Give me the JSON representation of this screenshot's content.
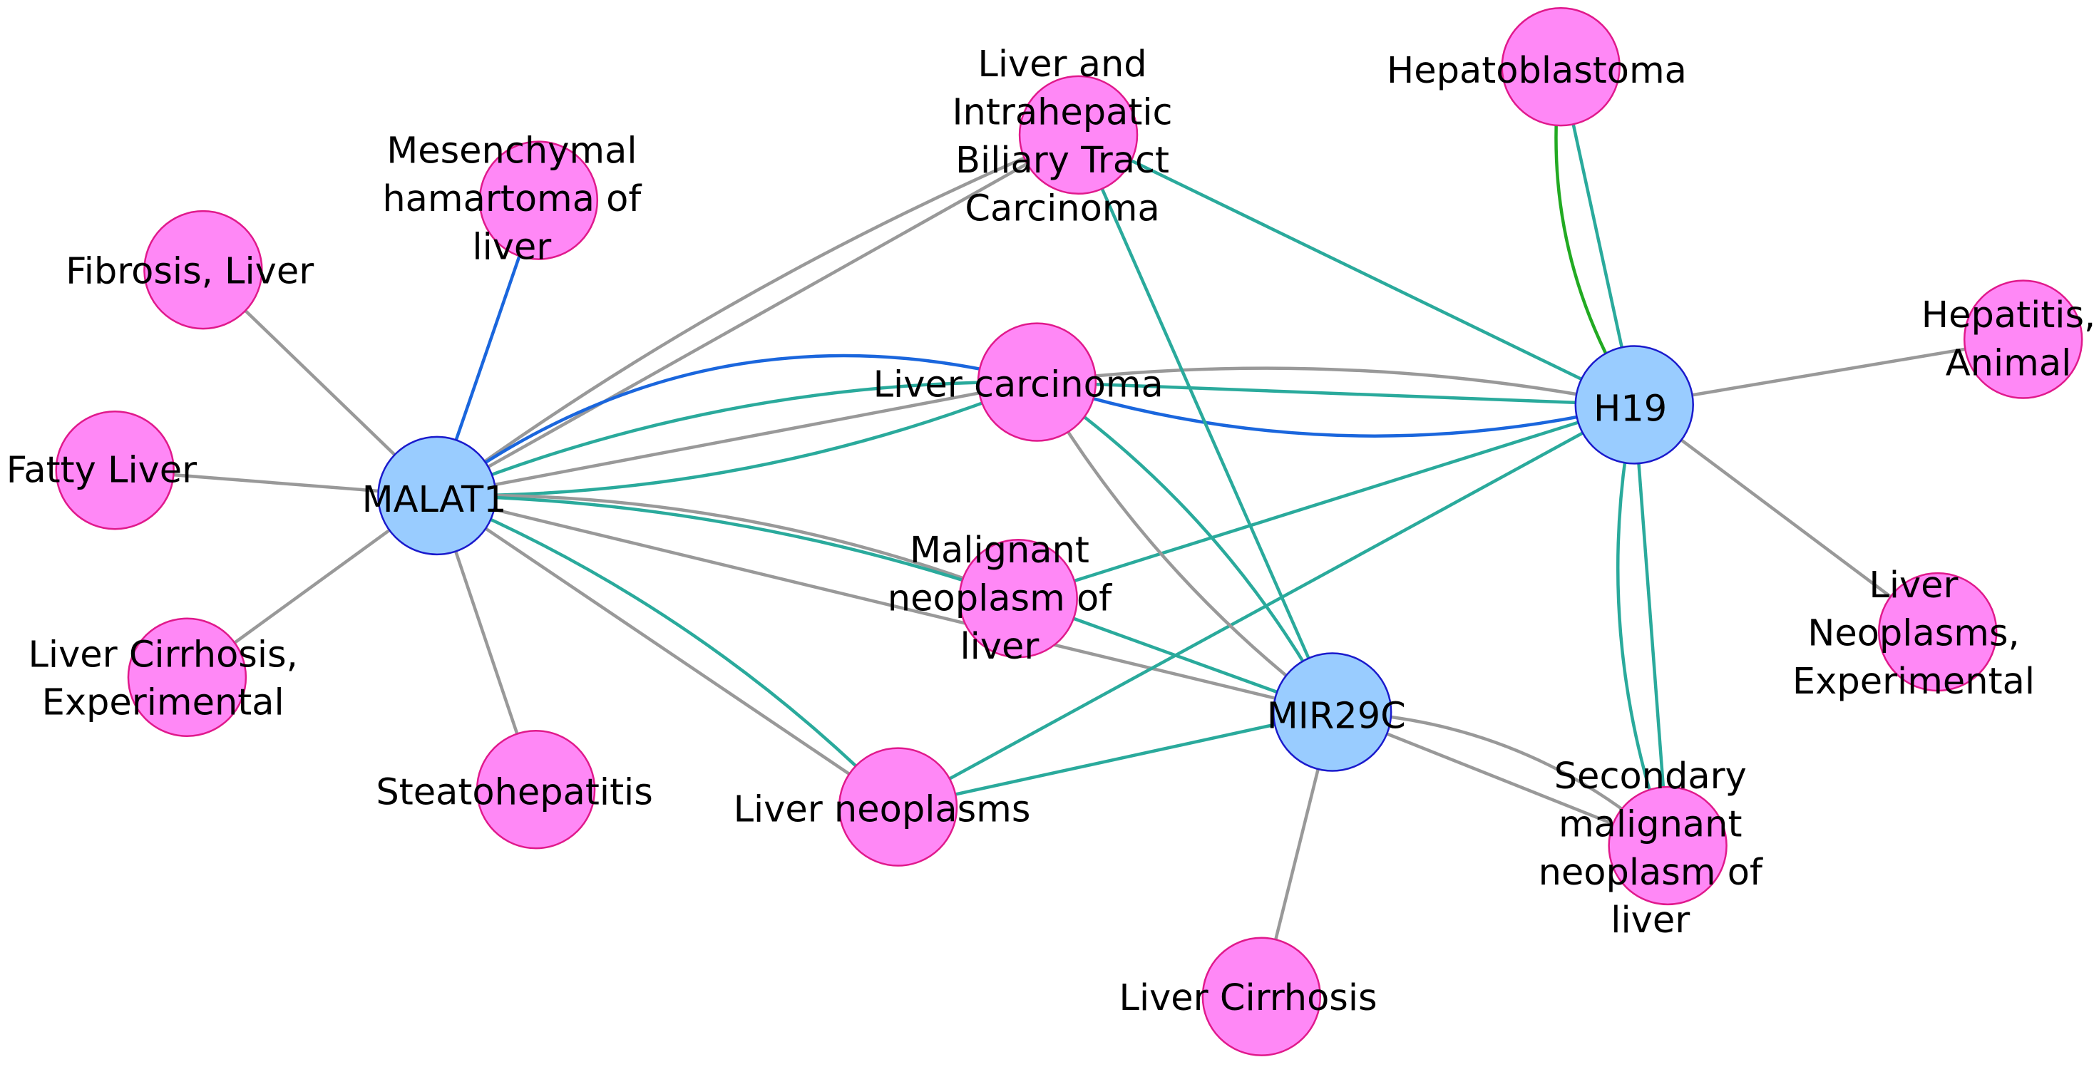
{
  "colors": {
    "disease_fill": "#ff88f6",
    "gene_fill": "#99ccff",
    "edge_gray": "#999999",
    "edge_teal": "#2aaa9c",
    "edge_blue": "#1a66dd",
    "edge_green": "#22aa22"
  },
  "nodes": {
    "malat1": {
      "type": "gene",
      "label": [
        "MALAT1"
      ]
    },
    "h19": {
      "type": "gene",
      "label": [
        "H19"
      ]
    },
    "mir29c": {
      "type": "gene",
      "label": [
        "MIR29C"
      ]
    },
    "hepatoblastoma": {
      "type": "disease",
      "label": [
        "Hepatoblastoma"
      ]
    },
    "liver_intrahepatic": {
      "type": "disease",
      "label": [
        "Liver and",
        "Intrahepatic",
        "Biliary Tract",
        "Carcinoma"
      ]
    },
    "mesenchymal": {
      "type": "disease",
      "label": [
        "Mesenchymal",
        "hamartoma of",
        "liver"
      ]
    },
    "fibrosis": {
      "type": "disease",
      "label": [
        "Fibrosis, Liver"
      ]
    },
    "fatty": {
      "type": "disease",
      "label": [
        "Fatty Liver"
      ]
    },
    "cirrhosis_exp": {
      "type": "disease",
      "label": [
        "Liver Cirrhosis,",
        "Experimental"
      ]
    },
    "steatohepatitis": {
      "type": "disease",
      "label": [
        "Steatohepatitis"
      ]
    },
    "liver_neoplasms": {
      "type": "disease",
      "label": [
        "Liver neoplasms"
      ]
    },
    "malignant": {
      "type": "disease",
      "label": [
        "Malignant",
        "neoplasm of",
        "liver"
      ]
    },
    "liver_carcinoma": {
      "type": "disease",
      "label": [
        "Liver carcinoma"
      ]
    },
    "hepatitis_animal": {
      "type": "disease",
      "label": [
        "Hepatitis,",
        "Animal"
      ]
    },
    "neoplasms_exp": {
      "type": "disease",
      "label": [
        "Liver",
        "Neoplasms,",
        "Experimental"
      ]
    },
    "secondary": {
      "type": "disease",
      "label": [
        "Secondary",
        "malignant",
        "neoplasm of",
        "liver"
      ]
    },
    "cirrhosis": {
      "type": "disease",
      "label": [
        "Liver Cirrhosis"
      ]
    }
  },
  "edges": [
    {
      "source": "malat1",
      "target": "mesenchymal",
      "color": "blue"
    },
    {
      "source": "malat1",
      "target": "fibrosis",
      "color": "gray"
    },
    {
      "source": "malat1",
      "target": "fatty",
      "color": "gray"
    },
    {
      "source": "malat1",
      "target": "cirrhosis_exp",
      "color": "gray"
    },
    {
      "source": "malat1",
      "target": "steatohepatitis",
      "color": "gray"
    },
    {
      "source": "malat1",
      "target": "liver_intrahepatic",
      "color": "gray"
    },
    {
      "source": "malat1",
      "target": "liver_intrahepatic",
      "color": "gray"
    },
    {
      "source": "malat1",
      "target": "liver_carcinoma",
      "color": "gray"
    },
    {
      "source": "malat1",
      "target": "liver_carcinoma",
      "color": "teal"
    },
    {
      "source": "malat1",
      "target": "liver_carcinoma",
      "color": "teal"
    },
    {
      "source": "malat1",
      "target": "liver_carcinoma",
      "color": "blue"
    },
    {
      "source": "malat1",
      "target": "malignant",
      "color": "gray"
    },
    {
      "source": "malat1",
      "target": "malignant",
      "color": "teal"
    },
    {
      "source": "malat1",
      "target": "liver_neoplasms",
      "color": "gray"
    },
    {
      "source": "malat1",
      "target": "liver_neoplasms",
      "color": "teal"
    },
    {
      "source": "malat1",
      "target": "mir29c",
      "color": "gray"
    },
    {
      "source": "h19",
      "target": "hepatoblastoma",
      "color": "teal"
    },
    {
      "source": "h19",
      "target": "hepatoblastoma",
      "color": "green"
    },
    {
      "source": "h19",
      "target": "liver_intrahepatic",
      "color": "teal"
    },
    {
      "source": "h19",
      "target": "liver_carcinoma",
      "color": "teal"
    },
    {
      "source": "h19",
      "target": "liver_carcinoma",
      "color": "blue"
    },
    {
      "source": "h19",
      "target": "liver_carcinoma",
      "color": "gray"
    },
    {
      "source": "h19",
      "target": "hepatitis_animal",
      "color": "gray"
    },
    {
      "source": "h19",
      "target": "neoplasms_exp",
      "color": "gray"
    },
    {
      "source": "h19",
      "target": "secondary",
      "color": "teal"
    },
    {
      "source": "h19",
      "target": "secondary",
      "color": "teal"
    },
    {
      "source": "h19",
      "target": "malignant",
      "color": "teal"
    },
    {
      "source": "h19",
      "target": "liver_neoplasms",
      "color": "teal"
    },
    {
      "source": "mir29c",
      "target": "liver_intrahepatic",
      "color": "teal"
    },
    {
      "source": "mir29c",
      "target": "liver_carcinoma",
      "color": "teal"
    },
    {
      "source": "mir29c",
      "target": "liver_carcinoma",
      "color": "gray"
    },
    {
      "source": "mir29c",
      "target": "malignant",
      "color": "teal"
    },
    {
      "source": "mir29c",
      "target": "liver_neoplasms",
      "color": "teal"
    },
    {
      "source": "mir29c",
      "target": "secondary",
      "color": "gray"
    },
    {
      "source": "mir29c",
      "target": "secondary",
      "color": "gray"
    },
    {
      "source": "mir29c",
      "target": "cirrhosis",
      "color": "gray"
    }
  ]
}
